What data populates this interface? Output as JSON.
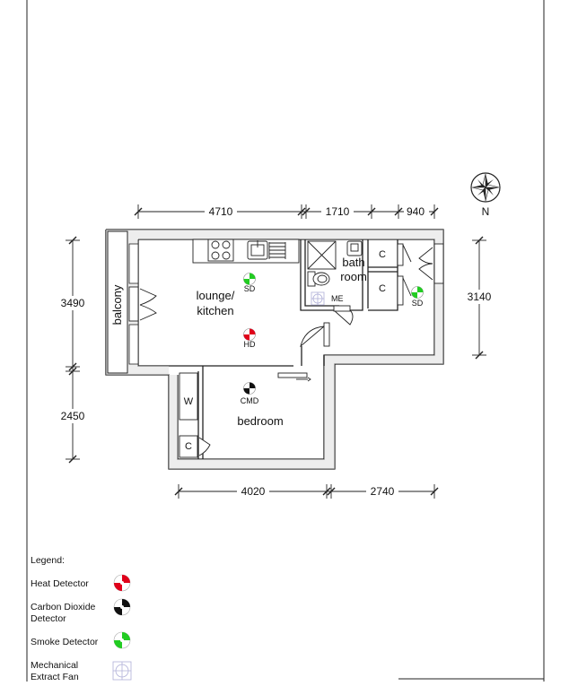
{
  "compass": {
    "label": "N"
  },
  "dimensions": {
    "top": [
      "4710",
      "1710",
      "940"
    ],
    "bottom": [
      "4020",
      "2740"
    ],
    "left": [
      "3490",
      "2450"
    ],
    "right": [
      "3140"
    ]
  },
  "rooms": {
    "balcony": "balcony",
    "lounge_line1": "lounge/",
    "lounge_line2": "kitchen",
    "bath_line1": "bath",
    "bath_line2": "room",
    "bedroom": "bedroom",
    "wardrobe": "W",
    "cupboard_a": "C",
    "cupboard_b": "C",
    "cupboard_bedroom": "C"
  },
  "symbols": {
    "smoke_lounge": "SD",
    "heat_lounge": "HD",
    "co_bedroom": "CMD",
    "smoke_hall": "SD",
    "fan_bath": "ME"
  },
  "legend": {
    "title": "Legend:",
    "items": [
      {
        "label": "Heat Detector",
        "icon": "heat-detector-icon",
        "color": "#e0001a"
      },
      {
        "label": "Carbon Dioxide Detector",
        "icon": "co-detector-icon",
        "color": "#111111"
      },
      {
        "label": "Smoke Detector",
        "icon": "smoke-detector-icon",
        "color": "#22cc22"
      },
      {
        "label": "Mechanical Extract Fan",
        "icon": "extract-fan-icon",
        "color": "#b0b0d8"
      }
    ]
  }
}
